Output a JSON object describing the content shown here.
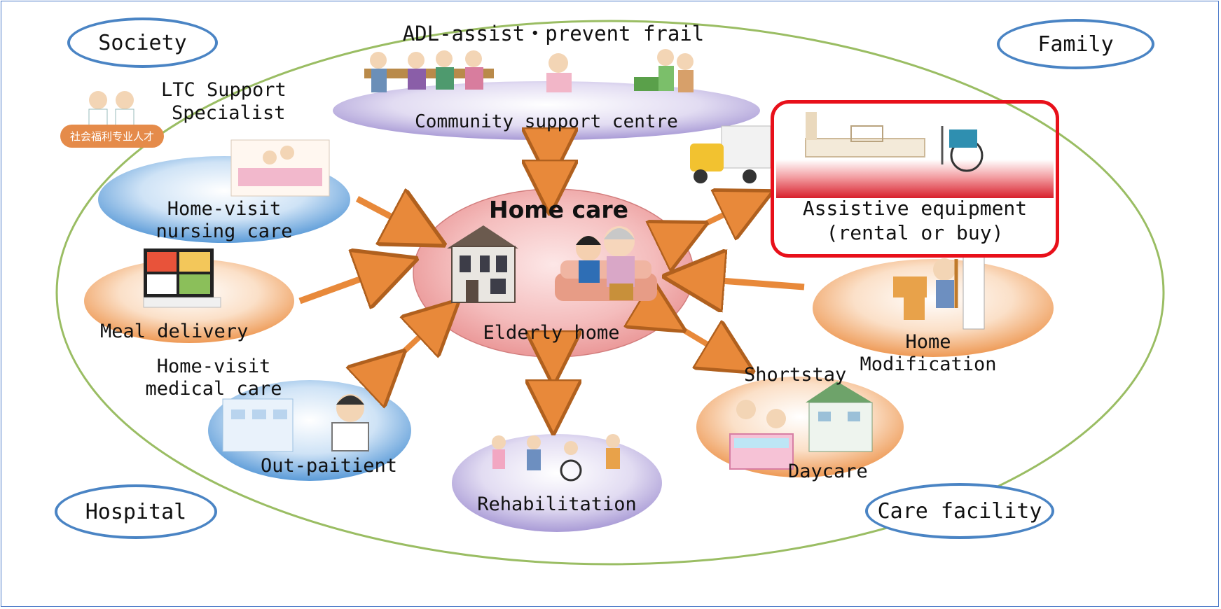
{
  "colors": {
    "ellipse_outline": "#9abd63",
    "pill_border": "#4a84c4",
    "arrow": "#e8893a",
    "highlight": "#e8101a",
    "center_pink": "#f2b2b2"
  },
  "corners": {
    "society": "Society",
    "family": "Family",
    "hospital": "Hospital",
    "care_facility": "Care facility"
  },
  "top": {
    "title": "ADL-assist・prevent frail",
    "community": "Community support centre"
  },
  "ltc": {
    "line1": "LTC Support",
    "line2": "Specialist",
    "badge": "社会福利专业人才"
  },
  "center": {
    "title": "Home care",
    "caption": "Elderly home"
  },
  "nodes": {
    "nursing": {
      "line1": "Home-visit",
      "line2": "nursing care"
    },
    "meal": "Meal delivery",
    "medical": {
      "line1": "Home-visit",
      "line2": "medical care"
    },
    "outpatient": "Out-paitient",
    "rehab": "Rehabilitation",
    "shortstay": "Shortstay",
    "daycare": "Daycare",
    "home_mod": {
      "line1": "Home",
      "line2": "Modification"
    },
    "equipment": {
      "line1": "Assistive equipment",
      "line2": "(rental or buy)"
    }
  },
  "icons": [
    "house-icon",
    "elderly-couple-icon",
    "truck-icon",
    "bed-icon",
    "wheelchair-icon",
    "bento-box-icon",
    "doctor-icon",
    "hospital-building-icon",
    "toilet-handrail-icon",
    "bathtub-icon",
    "people-group-icon",
    "nurse-icon"
  ]
}
